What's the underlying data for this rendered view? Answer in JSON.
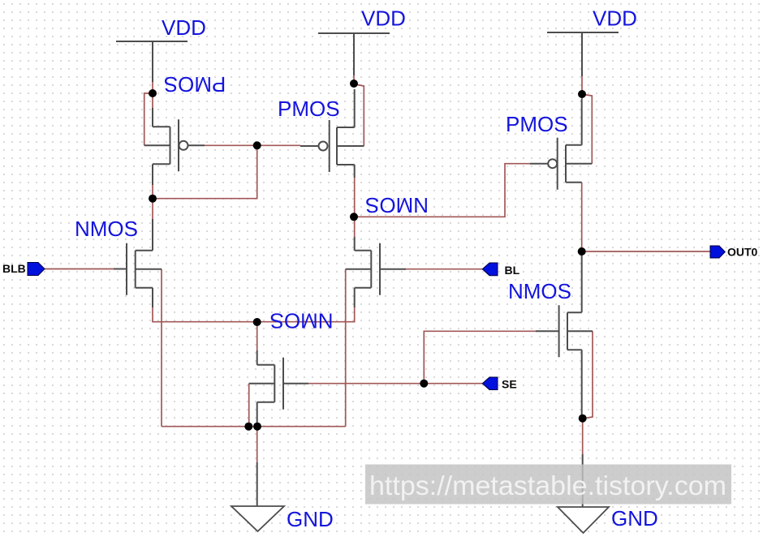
{
  "diagram": {
    "type": "schematic",
    "description": "CMOS current-mirror sense amplifier with PMOS load pair, NMOS differential inputs BLB/BL, NMOS tail enabled by SE, and PMOS/NMOS output stage driving OUT0"
  },
  "power": {
    "vdd_left": "VDD",
    "vdd_mid": "VDD",
    "vdd_right": "VDD",
    "gnd_left": "GND",
    "gnd_right": "GND"
  },
  "transistors": {
    "pmos_left": "PMOS",
    "pmos_mid": "PMOS",
    "pmos_out": "PMOS",
    "nmos_left": "NMOS",
    "nmos_bl": "NMOS",
    "nmos_tail": "NMOS",
    "nmos_out": "NMOS"
  },
  "ports": {
    "blb": "BLB",
    "bl": "BL",
    "se": "SE",
    "out0": "OUT0"
  },
  "watermark": {
    "text": "https://metastable.tistory.com"
  },
  "colors": {
    "wire": "#a25757",
    "symbol": "#4d4d4d",
    "label_blue": "#1414dd",
    "port_fill": "#0010dd",
    "watermark_band": "#c2c2c2"
  }
}
